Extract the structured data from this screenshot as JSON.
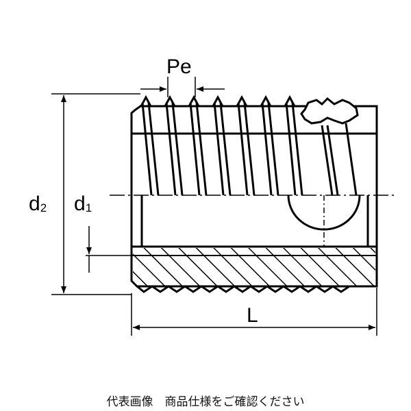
{
  "labels": {
    "pitch": "Pe",
    "outer_diameter": "d",
    "outer_diameter_sub": "2",
    "inner_diameter": "d",
    "inner_diameter_sub": "1",
    "length": "L"
  },
  "caption": "代表画像　商品仕様をご確認ください",
  "colors": {
    "line": "#000000",
    "background": "#ffffff"
  }
}
